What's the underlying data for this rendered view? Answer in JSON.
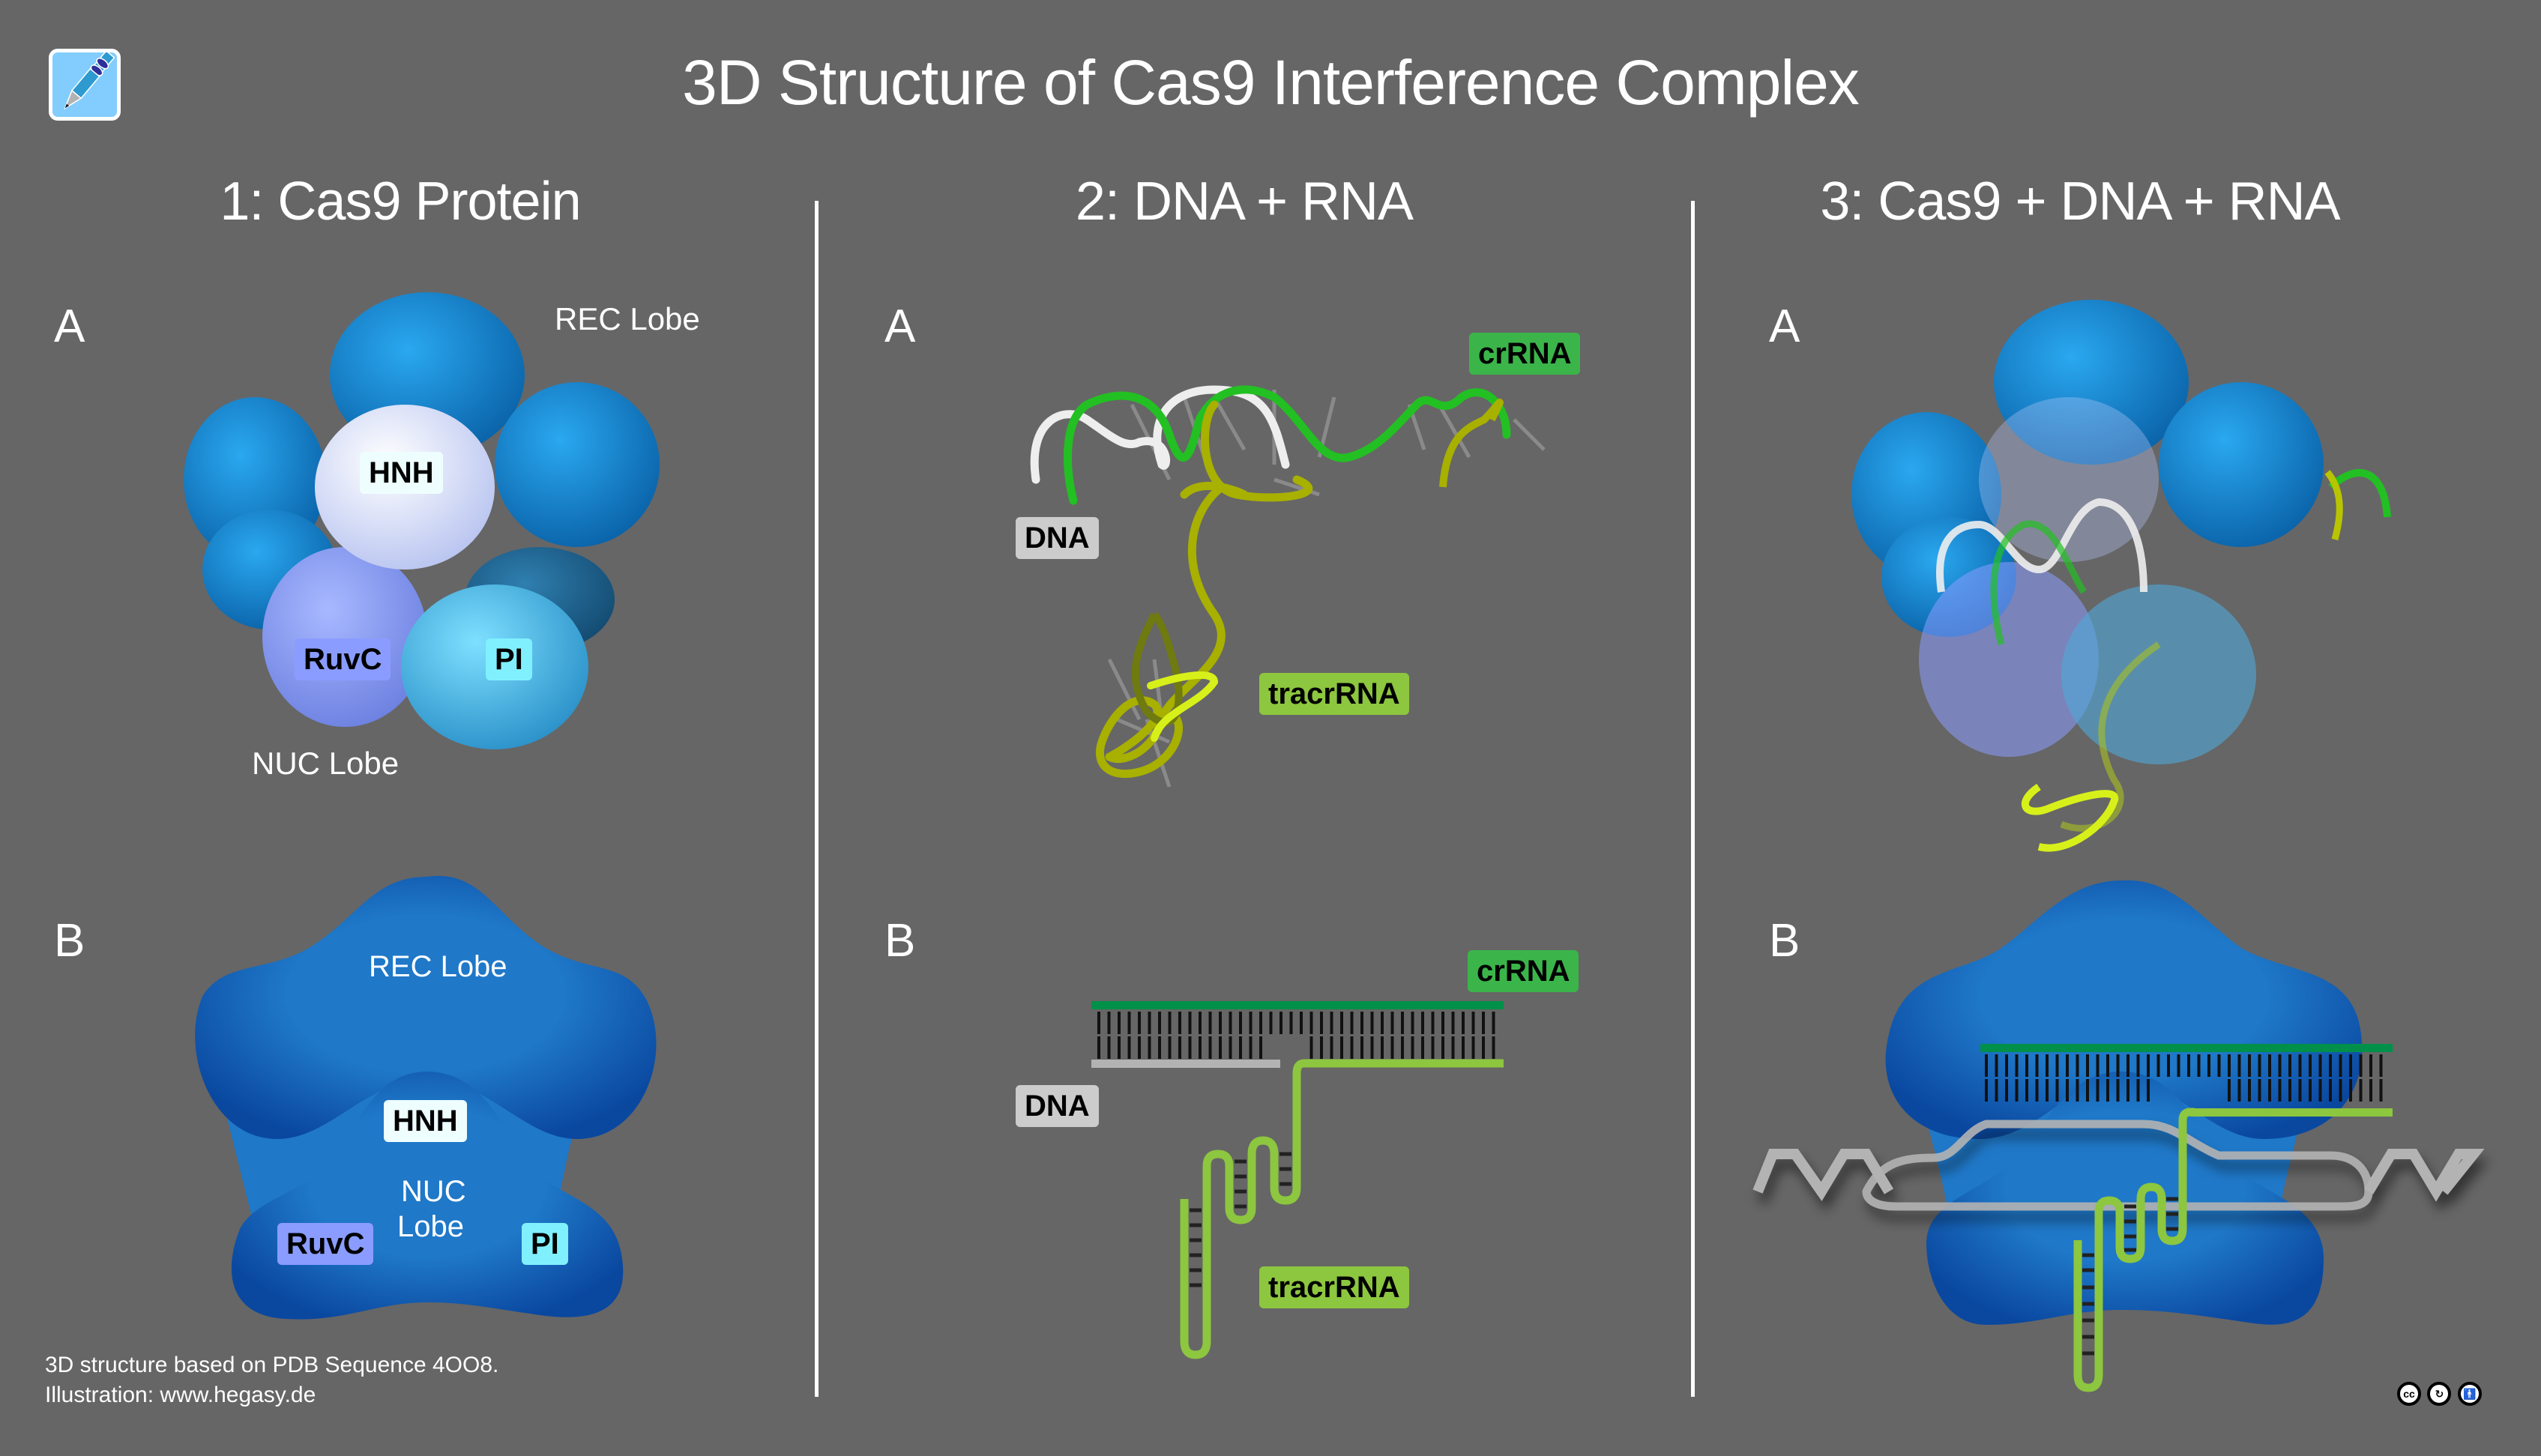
{
  "header": {
    "title": "3D Structure of Cas9 Interference Complex",
    "logo_icon": "dna-pencil-icon"
  },
  "sections": [
    {
      "heading": "1:  Cas9 Protein",
      "panel_a": {
        "letter": "A",
        "labels": {
          "rec": "REC Lobe",
          "nuc": "NUC Lobe",
          "hnh": "HNH",
          "ruvc": "RuvC",
          "pi": "PI"
        }
      },
      "panel_b": {
        "letter": "B",
        "labels": {
          "rec": "REC Lobe",
          "nuc_line1": "NUC",
          "nuc_line2": "Lobe",
          "hnh": "HNH",
          "ruvc": "RuvC",
          "pi": "PI"
        }
      }
    },
    {
      "heading": "2:  DNA + RNA",
      "panel_a": {
        "letter": "A",
        "labels": {
          "crrna": "crRNA",
          "dna": "DNA",
          "tracrrna": "tracrRNA"
        }
      },
      "panel_b": {
        "letter": "B",
        "labels": {
          "crrna": "crRNA",
          "dna": "DNA",
          "tracrrna": "tracrRNA"
        }
      }
    },
    {
      "heading": "3:  Cas9 + DNA + RNA",
      "panel_a": {
        "letter": "A"
      },
      "panel_b": {
        "letter": "B"
      }
    }
  ],
  "colors": {
    "background": "#666666",
    "rec_blue": "#1a8fe0",
    "nuc_dark": "#0a4aa0",
    "hnh": "#eefefe",
    "ruvc": "#8a9cff",
    "pi": "#80f0ff",
    "crrna": "#3bb54a",
    "crrna_strand": "#00904a",
    "tracrrna": "#8dc63f",
    "dna": "#b3b3b3"
  },
  "footer": {
    "line1": "3D structure based on PDB Sequence 4OO8.",
    "line2": "Illustration: www.hegasy.de"
  },
  "license": {
    "icons": [
      "cc-icon",
      "share-alike-icon",
      "attribution-icon"
    ],
    "cc_text": "cc"
  }
}
